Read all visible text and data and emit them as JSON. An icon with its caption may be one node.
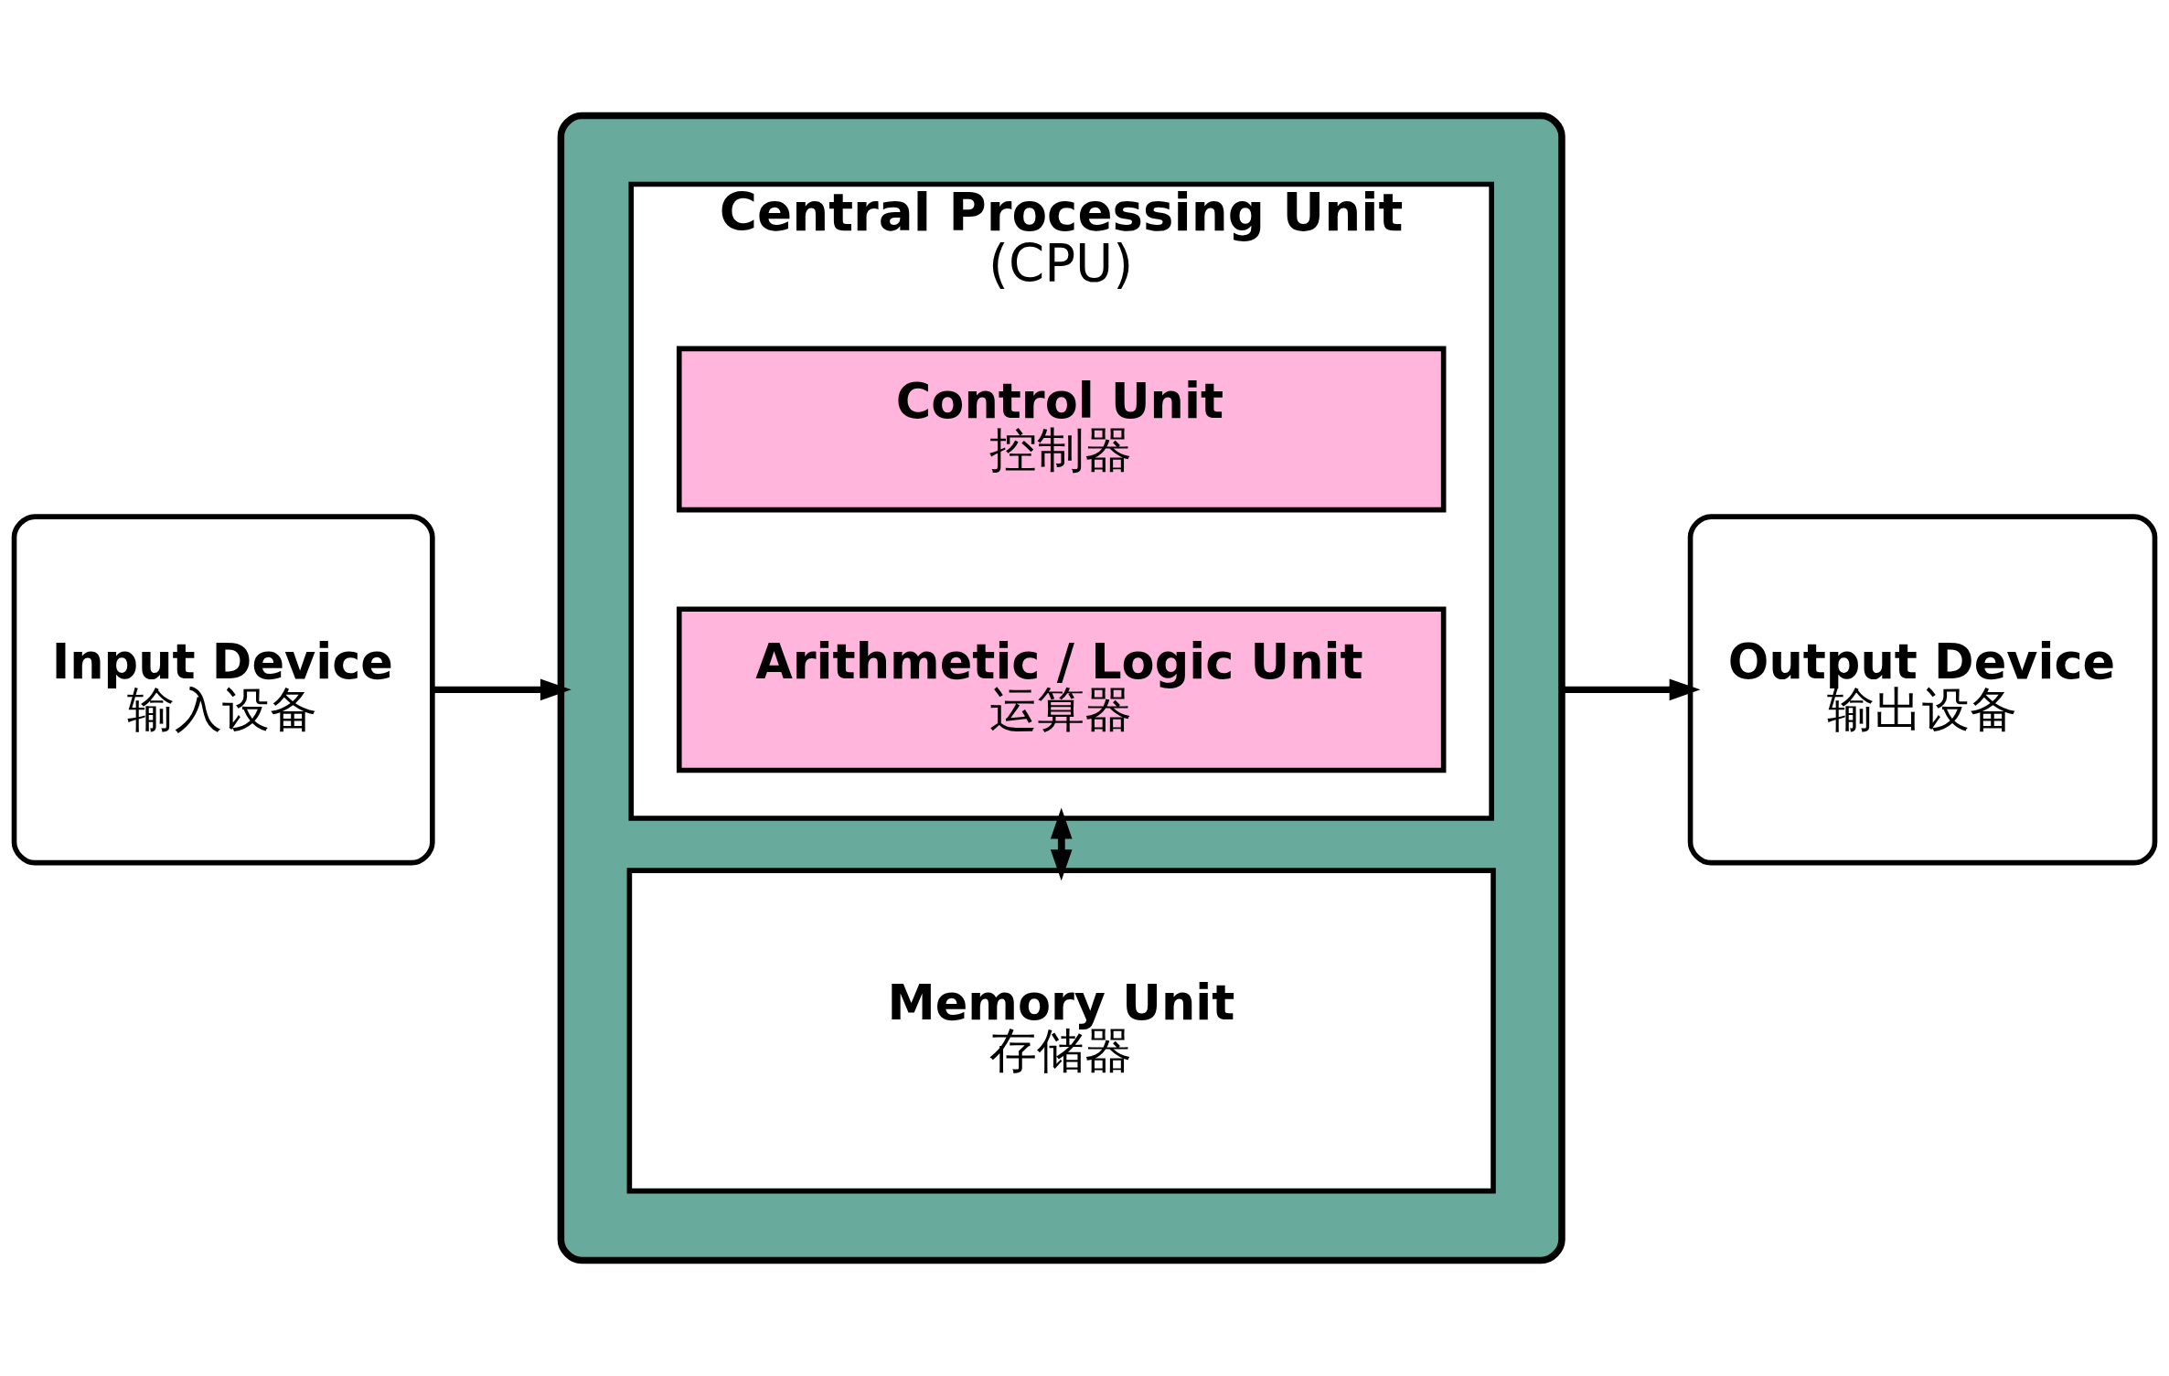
{
  "diagram": {
    "nodes": [
      {
        "text": [
          "Input Device",
          "输入设备"
        ]
      },
      {
        "text": [],
        "shape": "box"
      },
      {
        "text": [
          "Central Processing Unit",
          "(CPU)"
        ],
        "in": 1
      },
      {
        "text": [
          "Control Unit",
          "控制器"
        ],
        "in": 2
      },
      {
        "text": [
          "Arithmetic / Logic Unit",
          "运算器"
        ],
        "in": 2
      },
      {
        "text": [
          "Memory Unit",
          "存储器"
        ],
        "in": 1
      },
      {
        "text": [
          "Output Device",
          "输出设备"
        ]
      }
    ],
    "edges": [
      {
        "from": 0,
        "to": 1,
        "arrow": "to"
      },
      {
        "from": 1,
        "to": 6,
        "arrow": "to"
      },
      {
        "from": 2,
        "to": 5,
        "arrow": "to"
      },
      {
        "from": 5,
        "to": 2,
        "arrow": "to"
      }
    ]
  }
}
